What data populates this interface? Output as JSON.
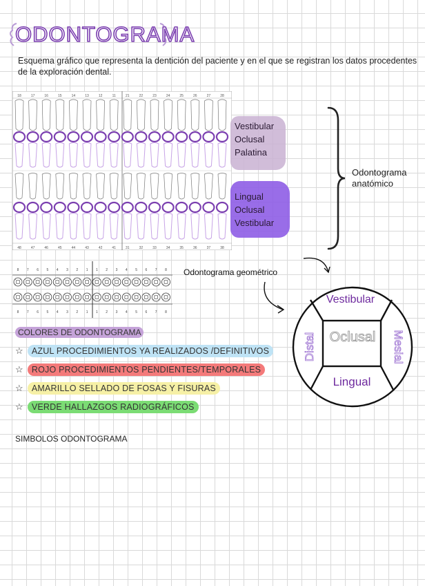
{
  "title": "ODONTOGRAMA",
  "description": "Esquema gráfico que representa la dentición del paciente y en el que se registran los datos procedentes de la exploración dental.",
  "anatomic": {
    "upper_numbers": [
      "18",
      "17",
      "16",
      "15",
      "14",
      "13",
      "12",
      "11",
      "21",
      "22",
      "23",
      "24",
      "25",
      "26",
      "27",
      "28"
    ],
    "lower_numbers": [
      "48",
      "47",
      "46",
      "45",
      "44",
      "43",
      "42",
      "41",
      "31",
      "32",
      "33",
      "34",
      "35",
      "36",
      "37",
      "38"
    ],
    "upper_labels": [
      "Vestibular",
      "Oclusal",
      "Palatina"
    ],
    "lower_labels": [
      "Lingual",
      "Oclusal",
      "Vestibular"
    ],
    "label": "Odontograma anatómico",
    "label_line1": "Odontograma",
    "label_line2": "anatómico"
  },
  "geometric": {
    "label": "Odontograma geométrico",
    "top_numbers": [
      "8",
      "7",
      "6",
      "5",
      "4",
      "3",
      "2",
      "1",
      "1",
      "2",
      "3",
      "4",
      "5",
      "6",
      "7",
      "8"
    ],
    "bottom_numbers": [
      "8",
      "7",
      "6",
      "5",
      "4",
      "3",
      "2",
      "1",
      "1",
      "2",
      "3",
      "4",
      "5",
      "6",
      "7",
      "8"
    ],
    "faces": {
      "top": "Vestibular",
      "center": "Oclusal",
      "left": "Distal",
      "right": "Mesial",
      "bottom": "Lingual"
    }
  },
  "colors": {
    "title": "COLORES DE ODONTOGRAMA",
    "items": [
      {
        "name": "AZUL",
        "text": "PROCEDIMIENTOS YA REALIZADOS /DEFINITIVOS",
        "color": "#bfe3f5"
      },
      {
        "name": "ROJO",
        "text": "PROCEDIMIENTOS PENDIENTES/TEMPORALES",
        "color": "#f26b6b"
      },
      {
        "name": "AMARILLO",
        "text": "SELLADO DE FOSAS Y FISURAS",
        "color": "#f6f0a6"
      },
      {
        "name": "VERDE",
        "text": "HALLAZGOS RADIOGRÁFICOS",
        "color": "#6fd86a"
      }
    ]
  },
  "symbols_title": "SIMBOLOS ODONTOGRAMA",
  "palette": {
    "purple": "#7b3fb0",
    "light_purple": "#c9a6e8",
    "tooth": "#c7a3e6"
  }
}
